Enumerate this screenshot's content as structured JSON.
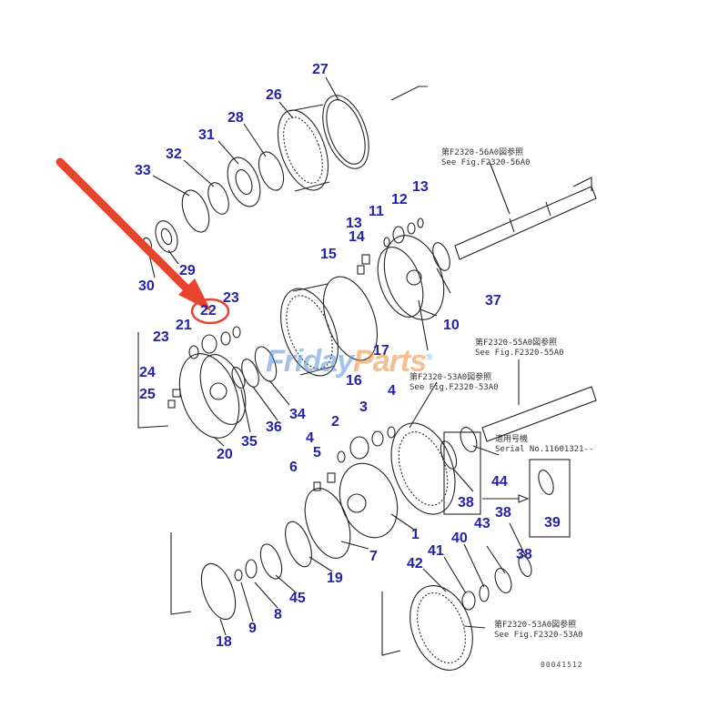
{
  "diagram": {
    "highlight_color": "#e8432e",
    "label_color": "#2323a8",
    "highlighted_part": "22",
    "part_numbers": [
      "1",
      "2",
      "3",
      "4",
      "4",
      "5",
      "6",
      "7",
      "8",
      "9",
      "10",
      "11",
      "12",
      "13",
      "13",
      "14",
      "15",
      "16",
      "17",
      "18",
      "19",
      "20",
      "21",
      "22",
      "23",
      "23",
      "24",
      "25",
      "26",
      "27",
      "28",
      "29",
      "30",
      "31",
      "32",
      "33",
      "34",
      "35",
      "36",
      "37",
      "38",
      "38",
      "38",
      "39",
      "40",
      "41",
      "42",
      "43",
      "44",
      "45"
    ],
    "notes": {
      "ref_56a0_jp": "第F2320-56A0図参照",
      "ref_56a0_en": "See Fig.F2320-56A0",
      "ref_55a0_jp": "第F2320-55A0図参照",
      "ref_55a0_en": "See Fig.F2320-55A0",
      "ref_53a0_jp_mid": "第F2320-53A0図参照",
      "ref_53a0_en_mid": "See Fig.F2320-53A0",
      "serial_jp": "適用号機",
      "serial_en": "Serial No.11601321--",
      "ref_53a0_jp_low": "第F2320-53A0図参照",
      "ref_53a0_en_low": "See Fig.F2320-53A0",
      "drawing_code": "00041512"
    },
    "watermark": {
      "part1": "Friday",
      "part2": "Parts",
      "mark": "®"
    }
  }
}
